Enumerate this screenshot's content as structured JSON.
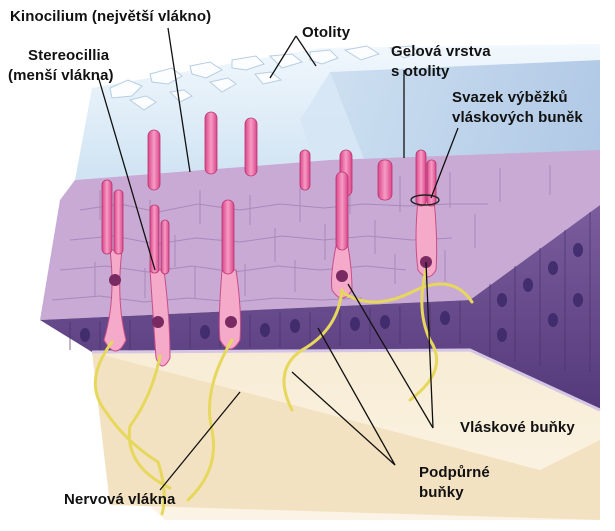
{
  "labels": {
    "kinocilium": "Kinocilium (největší vlákno)",
    "otolity": "Otolity",
    "stereocilia_1": "Stereocillia",
    "stereocilia_2": "(menší vlákna)",
    "gel_1": "Gelová vrstva",
    "gel_2": "s otolity",
    "bundle_1": "Svazek výběžků",
    "bundle_2": "vláskových buněk",
    "hair_cells": "Vláskové buňky",
    "support_1": "Podpůrné",
    "support_2": "buňky",
    "nerve": "Nervová vlákna"
  },
  "colors": {
    "gel": "#dcecf7",
    "otolith_crystals": "#f4faff",
    "surface": "#c7a8d2",
    "epithelium": "#6a4c8e",
    "nuclei": "#3d2a6b",
    "hair_cell": "#f3a9c6",
    "cilia": "#ef69a6",
    "nerve": "#e8dc6a",
    "base": "#f6e7c8",
    "leader": "#111111"
  }
}
